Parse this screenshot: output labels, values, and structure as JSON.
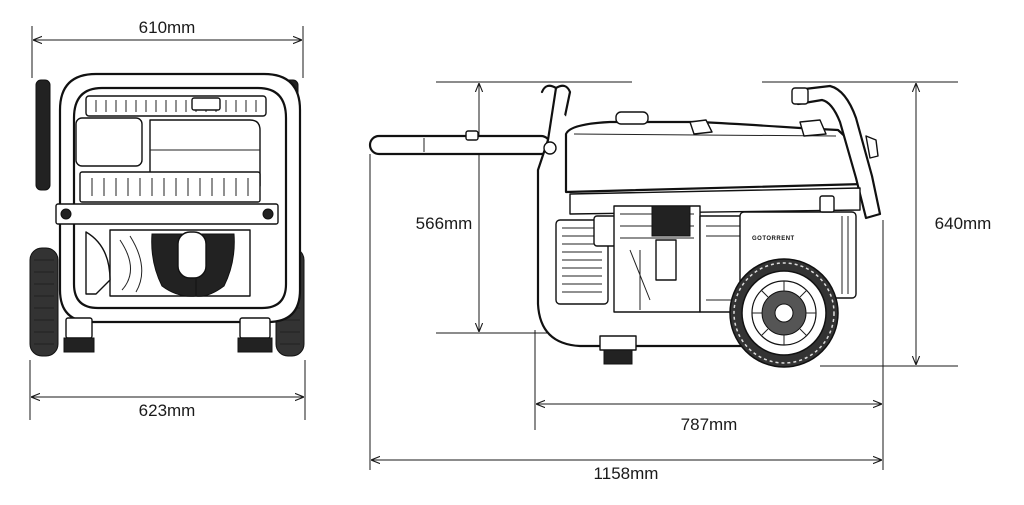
{
  "dimensions": {
    "front_top_width": "610mm",
    "front_bottom_width": "623mm",
    "side_frame_height": "566mm",
    "side_total_height": "640mm",
    "side_frame_length": "787mm",
    "side_total_length": "1158mm"
  },
  "brand_label": "GOTORRENT",
  "colors": {
    "line": "#111111",
    "background": "#ffffff",
    "tire": "#333333"
  }
}
